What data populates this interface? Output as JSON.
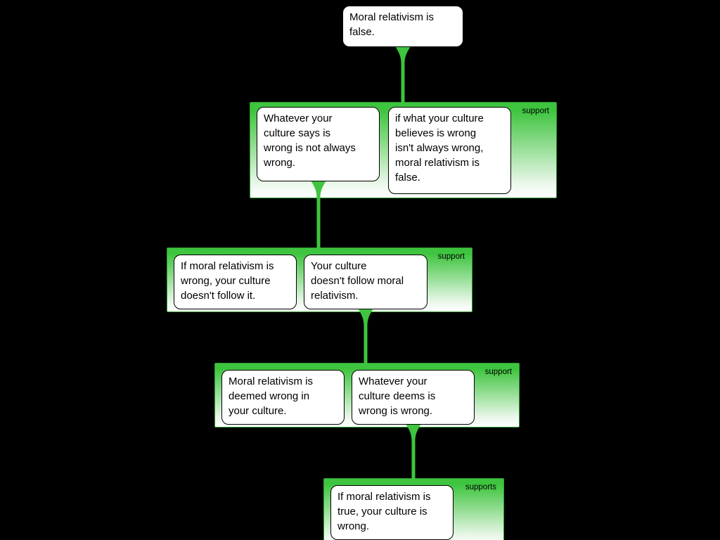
{
  "diagram": {
    "type": "argument-map",
    "root": {
      "text": "Moral relativism is\nfalse."
    },
    "groups": [
      {
        "label": "support",
        "claims": [
          {
            "text": "Whatever your\nculture says is\nwrong is not always\nwrong."
          },
          {
            "text": "if what your culture\nbelieves is wrong\nisn't always wrong,\nmoral relativism is\nfalse."
          }
        ]
      },
      {
        "label": "support",
        "claims": [
          {
            "text": "If moral relativism is\nwrong, your culture\ndoesn't follow it."
          },
          {
            "text": "Your culture\ndoesn't follow moral\nrelativism."
          }
        ]
      },
      {
        "label": "support",
        "claims": [
          {
            "text": "Moral relativism is\ndeemed wrong in\nyour culture."
          },
          {
            "text": "Whatever your\nculture deems is\nwrong is wrong."
          }
        ]
      },
      {
        "label": "supports",
        "claims": [
          {
            "text": "If moral relativism is\ntrue, your culture is\nwrong."
          }
        ]
      }
    ],
    "colors": {
      "background": "#000000",
      "support_green": "#3ec43e",
      "group_border": "#2f9e2f",
      "claim_bg": "#ffffff",
      "claim_border": "#000000",
      "text": "#000000"
    }
  }
}
